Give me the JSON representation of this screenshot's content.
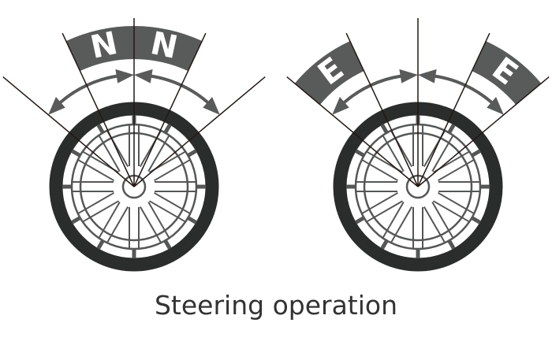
{
  "caption": "Steering operation",
  "colors": {
    "band": "#595b5a",
    "tire": "#2b2d2c",
    "rim": "#555757",
    "line": "#231815",
    "letter": "#ffffff"
  },
  "wheels": [
    {
      "name": "neutral",
      "letter": "N",
      "band_angles_deg": [
        [
          -25,
          25
        ]
      ],
      "letter_angles_deg": [
        -12,
        12
      ]
    },
    {
      "name": "extreme",
      "letter": "E",
      "band_angles_deg": [
        [
          -50,
          -25
        ],
        [
          25,
          50
        ]
      ],
      "letter_angles_deg": [
        -37,
        37
      ]
    }
  ],
  "guide_line_angles_deg": [
    -50,
    -25,
    0,
    25,
    50
  ]
}
